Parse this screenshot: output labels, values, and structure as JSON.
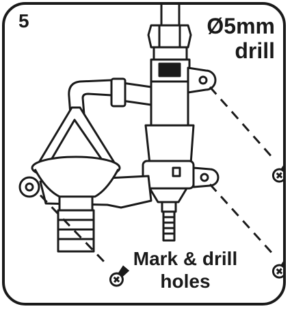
{
  "step": {
    "number": "5"
  },
  "callouts": {
    "drill_size_line1": "Ø5mm",
    "drill_size_line2": "drill",
    "mark_line1": "Mark & drill",
    "mark_line2": "holes"
  },
  "colors": {
    "ink": "#1a1a1a",
    "paper": "#ffffff",
    "shade": "#cfcfcf"
  },
  "icons": [
    "screw-icon",
    "screw-icon",
    "screw-icon"
  ]
}
